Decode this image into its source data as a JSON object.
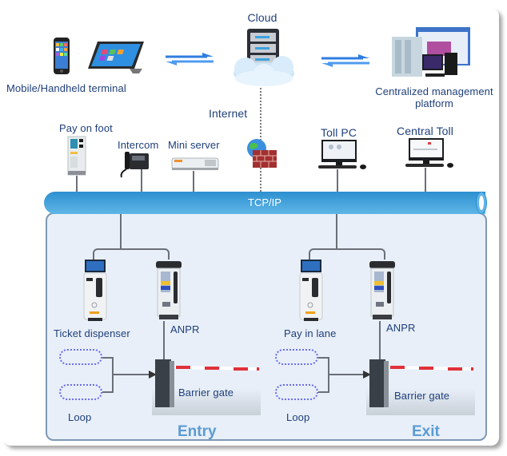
{
  "diagram": {
    "title": "Parking system network topology",
    "top_row": {
      "mobile": {
        "label": "Mobile/Handheld terminal",
        "icon": "phone-tablet-icon"
      },
      "cloud": {
        "label": "Cloud",
        "icon": "cloud-server-icon"
      },
      "platform": {
        "label_line1": "Centralized management",
        "label_line2": "platform",
        "icon": "server-workstation-icon"
      },
      "internet": {
        "label": "Internet",
        "icon": "globe-firewall-icon"
      }
    },
    "network_devices": [
      {
        "label": "Pay on foot",
        "icon": "kiosk-icon"
      },
      {
        "label": "Intercom",
        "icon": "desk-phone-icon"
      },
      {
        "label": "Mini server",
        "icon": "mini-server-icon"
      },
      {
        "label": "Toll PC",
        "icon": "desktop-pc-icon"
      },
      {
        "label": "Central Toll",
        "icon": "desktop-pc-icon"
      }
    ],
    "bus": {
      "label": "TCP/IP"
    },
    "lanes": [
      {
        "title": "Entry",
        "terminal": "Ticket dispenser",
        "camera": "ANPR",
        "gate": "Barrier gate",
        "loop": "Loop"
      },
      {
        "title": "Exit",
        "terminal": "Pay in lane",
        "camera": "ANPR",
        "gate": "Barrier gate",
        "loop": "Loop"
      }
    ],
    "colors": {
      "label_text": "#1f3f7a",
      "bus": "#2d8fd0",
      "zone_bg": "#e8eff8",
      "zone_title": "#5b9bd5",
      "arrow": "#2f7de1",
      "loop": "#6a6ef0",
      "barrier_red": "#e0303a"
    }
  }
}
